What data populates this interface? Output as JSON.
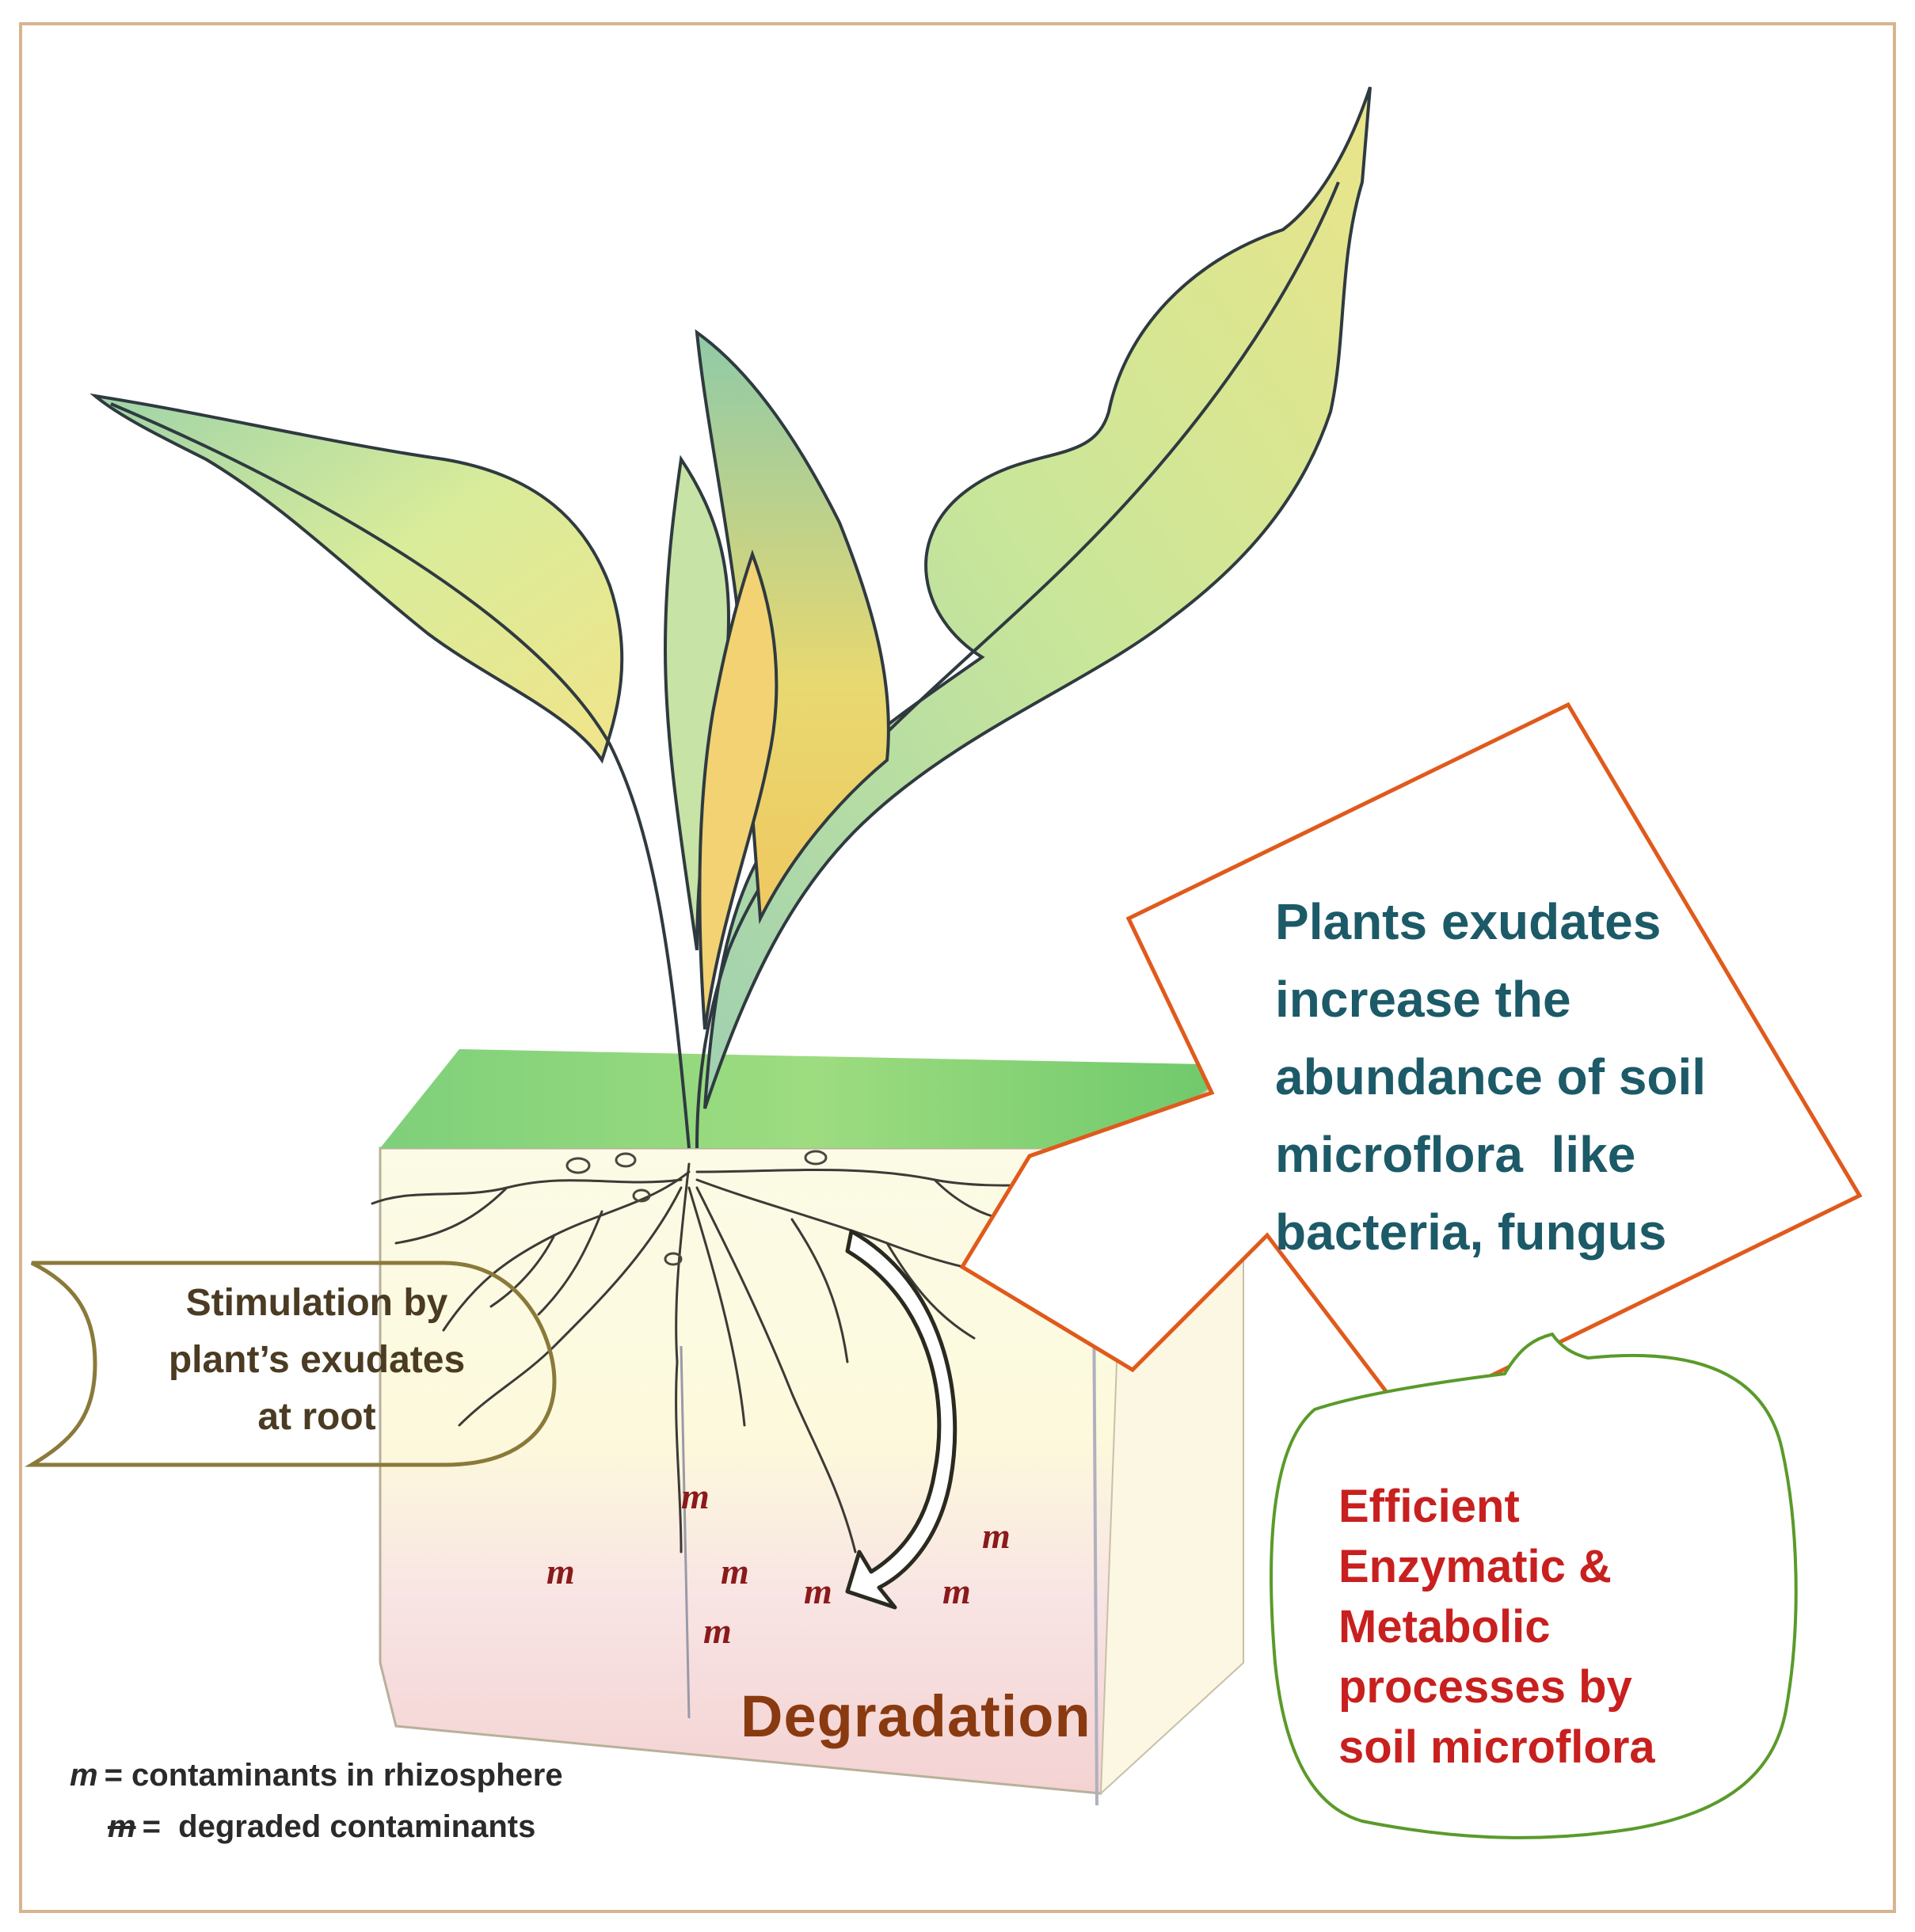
{
  "callouts": {
    "stimulation": [
      "Stimulation by",
      "plant’s exudates",
      "at root"
    ],
    "exudates": [
      "Plants exudates",
      "increase the",
      "abundance of soil",
      "microflora  like",
      "bacteria, fungus"
    ],
    "enzymatic": [
      "Efficient",
      "Enzymatic &",
      "Metabolic",
      "processes by",
      "soil microflora"
    ]
  },
  "degradation_label": "Degradation",
  "contaminant_glyph": "m",
  "legend": {
    "symbol": "m",
    "contaminants": "= contaminants in rhizosphere",
    "degraded": "=  degraded contaminants"
  },
  "colors": {
    "frame": "#d7b48f",
    "exudates_box": "#e05a1c",
    "exudates_text": "#1c5a68",
    "stimulation_box": "#8a7a3a",
    "enzymatic_box": "#5a9a2a",
    "enzymatic_text": "#c8201f",
    "degradation_text": "#8a3a10",
    "contaminant": "#8b1a1a",
    "leaf_green": "#a8d87a",
    "leaf_yellow": "#e9e07a",
    "soil_top": "#7cc86a",
    "soil_pink": "#f3d3d3"
  }
}
